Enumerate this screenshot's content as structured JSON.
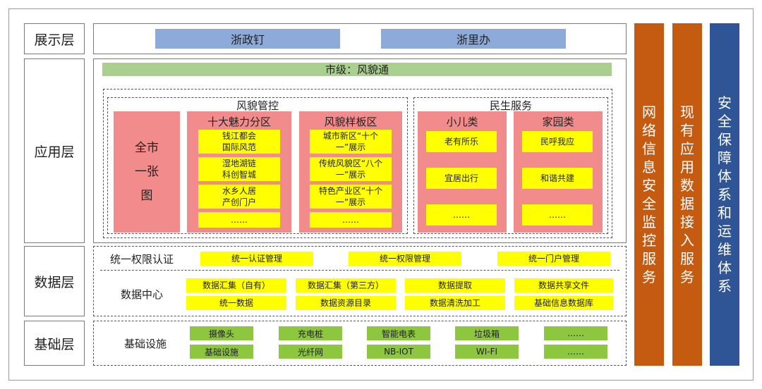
{
  "layers": {
    "display": "展示层",
    "application": "应用层",
    "data": "数据层",
    "base": "基础层"
  },
  "display_layer": {
    "apps": [
      "浙政钉",
      "浙里办"
    ]
  },
  "application_layer": {
    "city_bar": "市级：风貌通",
    "fengmao": {
      "title": "风貌管控",
      "full_city_map": "全市\n一张\n图",
      "ten_districts": {
        "title": "十大魅力分区",
        "items": [
          "钱江都会\n国际风范",
          "湿地湖链\n科创智城",
          "水乡人居\n产创门户",
          "……"
        ]
      },
      "sample_areas": {
        "title": "风貌样板区",
        "items": [
          "城市新区“十个\n一”展示",
          "传统风貌区“八个\n一”展示",
          "特色产业区“十个\n一”展示",
          "……"
        ]
      }
    },
    "minsheng": {
      "title": "民生服务",
      "children": {
        "title": "小儿类",
        "items": [
          "老有所乐",
          "宜居出行",
          "……"
        ]
      },
      "home": {
        "title": "家园类",
        "items": [
          "民呼我应",
          "和谐共建",
          "……"
        ]
      }
    }
  },
  "data_layer": {
    "auth_label": "统一权限认证",
    "auth_items": [
      "统一认证管理",
      "统一权限管理",
      "统一门户管理"
    ],
    "center_label": "数据中心",
    "center_items": [
      [
        "数据汇集（自有）",
        "数据汇集（第三方）",
        "数据提取",
        "数据共享文件"
      ],
      [
        "统一数据",
        "数据资源目录",
        "数据清洗加工",
        "基础信息数据库"
      ]
    ]
  },
  "base_layer": {
    "label": "基础设施",
    "items": [
      [
        "摄像头",
        "充电桩",
        "智能电表",
        "垃圾箱",
        "……"
      ],
      [
        "基础设施",
        "光纤网",
        "NB-IOT",
        "WI-FI",
        "……"
      ]
    ]
  },
  "side_columns": [
    {
      "text": "网络信息安全监控服务",
      "color": "#c55a11"
    },
    {
      "text": "现有应用数据接入服务",
      "color": "#c55a11"
    },
    {
      "text": "安全保障体系和运维体系",
      "color": "#2f5597"
    }
  ]
}
